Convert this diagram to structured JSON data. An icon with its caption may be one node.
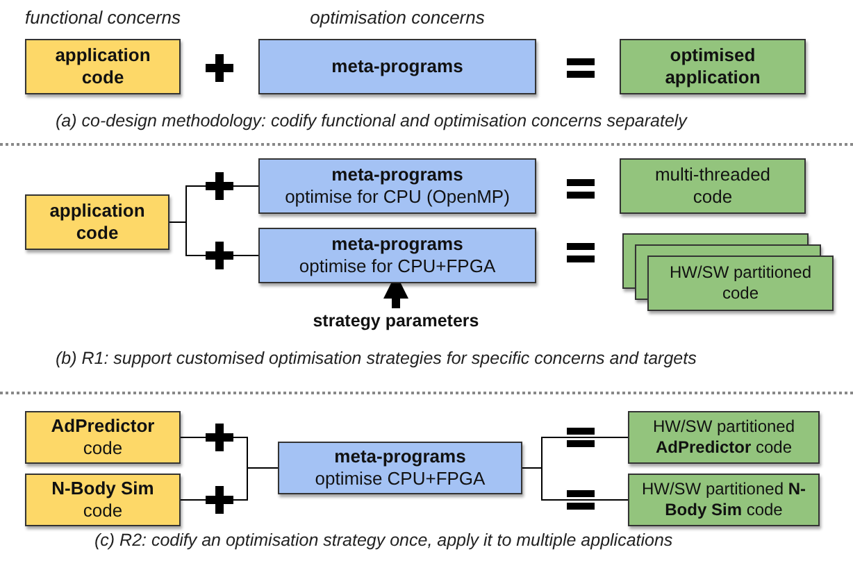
{
  "diagram": {
    "nodes": [
      {
        "text": [
          "application code"
        ],
        "beside": [
          "functional concerns"
        ]
      },
      {
        "text": [
          "meta-programs"
        ],
        "beside": [
          "optimisation concerns"
        ]
      },
      {
        "text": [
          "optimised application"
        ]
      },
      {
        "text": [
          "application code"
        ]
      },
      {
        "text": [
          "meta-programs",
          "optimise for CPU (OpenMP)"
        ]
      },
      {
        "text": [
          "meta-programs",
          "optimise for CPU+FPGA"
        ]
      },
      {
        "text": [
          "multi-threaded code"
        ]
      },
      {
        "text": [
          "HW/SW partitioned code"
        ]
      },
      {
        "text": [
          "strategy parameters"
        ]
      },
      {
        "text": [
          "AdPredictor",
          "code"
        ]
      },
      {
        "text": [
          "N-Body Sim",
          "code"
        ]
      },
      {
        "text": [
          "meta-programs",
          "optimise CPU+FPGA"
        ]
      },
      {
        "text": [
          "HW/SW partitioned **AdPredictor** code"
        ]
      },
      {
        "text": [
          "HW/SW partitioned **N-Body Sim** code"
        ]
      }
    ],
    "edges": [
      {
        "from": 3,
        "to": 4,
        "arrow": "none"
      },
      {
        "from": 3,
        "to": 5,
        "arrow": "none"
      },
      {
        "from": 8,
        "to": 5,
        "arrow": "to",
        "style": "thick"
      },
      {
        "from": 9,
        "to": 11,
        "arrow": "none"
      },
      {
        "from": 10,
        "to": 11,
        "arrow": "none"
      },
      {
        "from": 11,
        "to": 12,
        "arrow": "none"
      },
      {
        "from": 11,
        "to": 13,
        "arrow": "none"
      }
    ],
    "labels": [
      "(a) co-design methodology: codify functional and optimisation concerns separately",
      "(b) R1: support customised optimisation strategies for specific concerns and targets",
      "(c) R2: codify an optimisation strategy once, apply it to multiple applications"
    ]
  }
}
